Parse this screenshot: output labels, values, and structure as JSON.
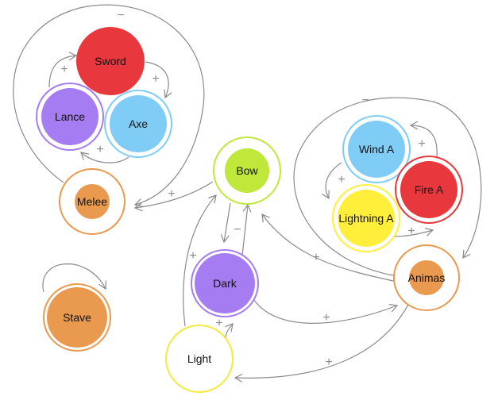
{
  "colors": {
    "sword": "#e8383d",
    "lance": "#a57cf2",
    "axe": "#7fcdf6",
    "melee": "#ea9a4f",
    "bow": "#bfe83a",
    "dark": "#a57cf2",
    "light": "#ffffff",
    "wind": "#7fcdf6",
    "fire": "#e8383d",
    "lightning": "#ffef3a",
    "animas": "#ea9a4f",
    "stave": "#ea9a4f",
    "edge": "#8a8a8a"
  },
  "nodes": {
    "sword": "Sword",
    "lance": "Lance",
    "axe": "Axe",
    "melee": "Melee",
    "bow": "Bow",
    "dark": "Dark",
    "light": "Light",
    "wind": "Wind A",
    "fire": "Fire A",
    "lightning": "Lightning A",
    "animas": "Animas",
    "stave": "Stave"
  },
  "signs": {
    "melee_loop": "−",
    "sword_axe": "+",
    "lance_sword": "+",
    "axe_lance": "+",
    "bow_melee": "+",
    "dark_bow": "−",
    "light_bow": "+",
    "light_dark": "+",
    "animas_loop": "−",
    "fire_wind": "+",
    "wind_lightning": "+",
    "lightning_fire": "+",
    "animas_bow": "+",
    "dark_animas": "+",
    "animas_light": "+",
    "stave_loop": "−"
  }
}
